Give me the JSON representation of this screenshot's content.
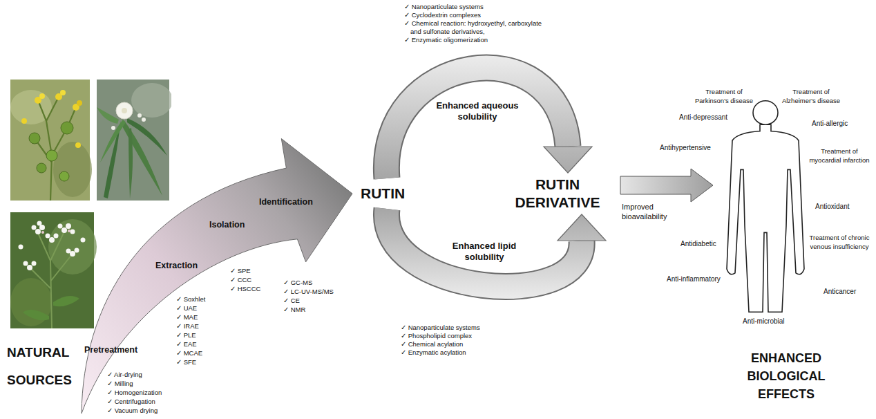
{
  "diagram": {
    "nodes": [
      {
        "text": [
          "NATURAL SOURCES"
        ]
      },
      {
        "text": [
          "RUTIN"
        ]
      },
      {
        "text": [
          "RUTIN DERIVATIVE"
        ]
      },
      {
        "text": [
          "ENHANCED BIOLOGICAL EFFECTS"
        ]
      }
    ],
    "edges": [
      {
        "from": 0,
        "to": 1,
        "arrow": "to"
      },
      {
        "from": 1,
        "to": 2,
        "label": "Enhanced aqueous solubility",
        "arrow": "to"
      },
      {
        "from": 1,
        "to": 2,
        "label": "Enhanced lipid solubility",
        "arrow": "to"
      },
      {
        "from": 2,
        "to": 3,
        "label": "Improved bioavailability",
        "arrow": "to"
      }
    ],
    "labels": [
      "✓ Nanoparticulate systems",
      "✓ Cyclodextrin complexes",
      "✓ Chemical reaction: hydroxyethyl, carboxylate and sulfonate derivatives,",
      "✓ Enzymatic oligomerization",
      "✓ Nanoparticulate systems",
      "✓ Phospholipid complex",
      "✓ Chemical acylation",
      "✓ Enzymatic acylation",
      "Pretreatment",
      "✓ Air-drying",
      "✓ Milling",
      "✓ Homogenization",
      "✓ Centrifugation",
      "✓ Vacuum drying",
      "Extraction",
      "✓ Soxhlet",
      "✓ UAE",
      "✓ MAE",
      "✓ IRAE",
      "✓ PLE",
      "✓ EAE",
      "✓ MCAE",
      "✓ SFE",
      "Isolation",
      "✓ SPE",
      "✓ CCC",
      "✓ HSCCC",
      "Identification",
      "✓ GC-MS",
      "✓ LC-UV-MS/MS",
      "✓ CE",
      "✓ NMR",
      "Treatment of Parkinson's disease",
      "Treatment of Alzheimer's disease",
      "Anti-depressant",
      "Anti-allergic",
      "Antihypertensive",
      "Treatment of myocardial infarction",
      "Antioxidant",
      "Antidiabetic",
      "Treatment of chronic venous insufficiency",
      "Anti-inflammatory",
      "Anticancer",
      "Anti-microbial"
    ]
  }
}
